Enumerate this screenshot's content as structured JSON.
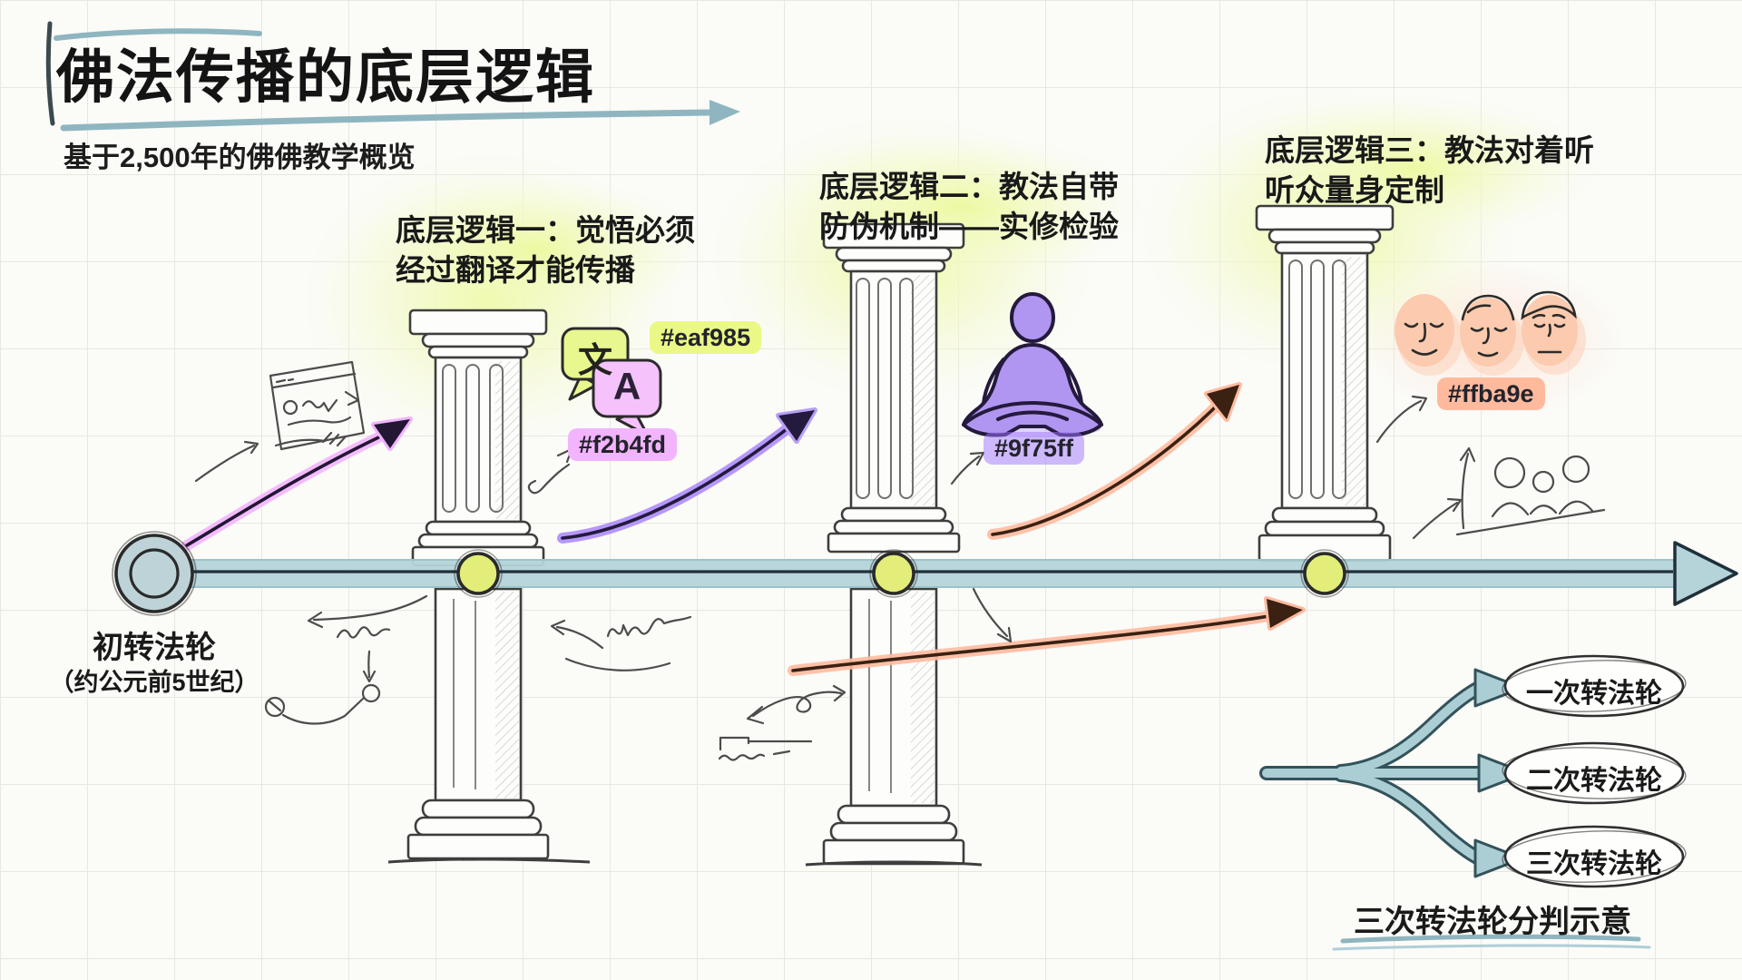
{
  "header": {
    "title": "佛法传播的底层逻辑",
    "subtitle": "基于2,500年的佛佛教学概览"
  },
  "principles": [
    {
      "label": "底层逻辑一：觉悟必须\n经过翻译才能传播"
    },
    {
      "label": "底层逻辑二：教法自带\n防伪机制——实修检验"
    },
    {
      "label": "底层逻辑三：教法对着听\n听众量身定制"
    }
  ],
  "timeline": {
    "start_title": "初转法轮",
    "start_subtitle": "（约公元前5世纪）"
  },
  "color_chips": {
    "bubble_source": "#eaf985",
    "bubble_target": "#f2b4fd",
    "meditator": "#9f75ff",
    "faces": "#ffba9e"
  },
  "icons": {
    "bubble_source_glyph": "文",
    "bubble_target_glyph": "A"
  },
  "branches": {
    "items": [
      {
        "label": "一次转法轮"
      },
      {
        "label": "二次转法轮"
      },
      {
        "label": "三次转法轮"
      }
    ],
    "caption": "三次转法轮分判示意"
  }
}
